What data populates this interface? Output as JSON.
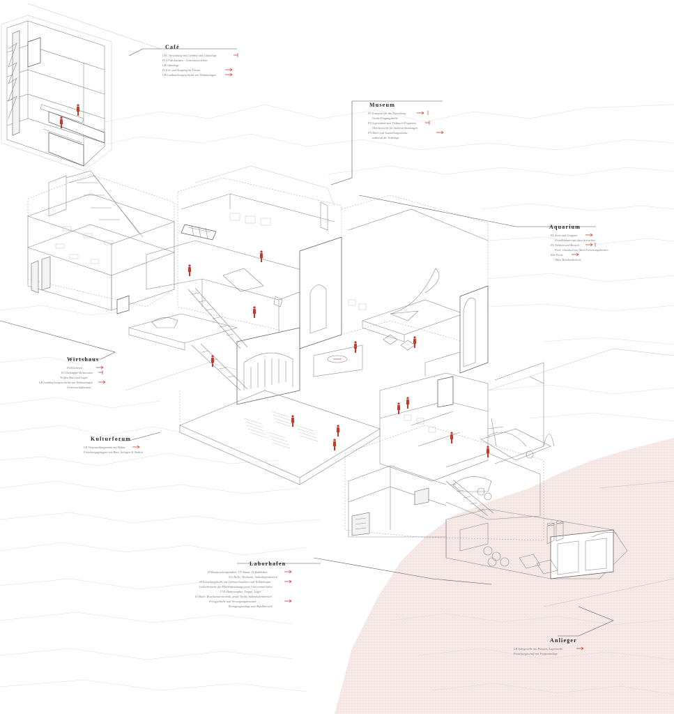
{
  "colors": {
    "accent": "#c0392b",
    "seabed": "#f6e9e6",
    "line": "#8a8a8a"
  },
  "labels": [
    {
      "id": "cafe",
      "title": "Café",
      "items": [
        "I.EC  Verwaltung mit Lichthof und Lüftanlage",
        "Pl 2J  Werkstätten · Unterwasserlabor",
        "LB  Liftanlage",
        "Ei  Ein- und Ausgang im Thema",
        "LB  Landmarkengeschichte mit Wohnanlagen"
      ]
    },
    {
      "id": "museum",
      "title": "Museum",
      "items": [
        "Pl  Transport für die Forschung",
        "Große Eingangshalle",
        "Pl  Gegenstand zum Tieftauch-Fragment",
        "Oberbereiche für Außenverbindungen",
        "Pl  Obere und Ausstellungsräume",
        "während die Vorhänge"
      ]
    },
    {
      "id": "aquarium",
      "title": "Aquarium",
      "items": [
        "EL  Zone und Gruppen",
        "Grundwasser von oben betrachtet",
        "EL  Nehmen und Besuch",
        "Pool: Glasdach mit Mini-Forschungsbecken",
        "Ebe  Pools",
        "Oben Brückenbereich"
      ]
    },
    {
      "id": "wirtshaus",
      "title": "Wirtshaus",
      "items": [
        "Pd  Kücheteil",
        "Ei  Glaskuppel-Restaurant",
        "Treffen Bars und Lager",
        "LB  Landmarkengeschichte mit Wohnanlagen",
        "Gemeinschaftsraum"
      ]
    },
    {
      "id": "kulturforum",
      "title": "Kulturforum",
      "items": [
        "LH  Veranstaltungsraum mit Bühne",
        "Forschungsgruppen mit Büro, Anlagen & Studios"
      ]
    },
    {
      "id": "laborhafen",
      "title": "Laborhafen",
      "items": [
        "Pl  Bauforschungshallen, UV Raum, Tiefkühllabor",
        "UG  Halle, Werkstatt, Außenhafenbereich",
        "Pl  Forschungshalle mit Gebrauchsstellen und Technikraum",
        "Laborbereiche für Meeresforschung sowie Unterwasserlabor",
        "UVL  Bathyscaphie, Treppe, Lager",
        "Ei  Halle, Brackwassertechnik, große Tanks, Außenhafenbereich",
        "Ei  Lagerhalle und Versorgungszentrum",
        "Reinigungsanlage und Abfallbereich"
      ]
    },
    {
      "id": "anlieger",
      "title": "Anlieger",
      "items": [
        "LB  Anlegestelle mit Pumpen, Lagertanks",
        "Forschungsschiff mit Treppenanlage"
      ]
    }
  ]
}
